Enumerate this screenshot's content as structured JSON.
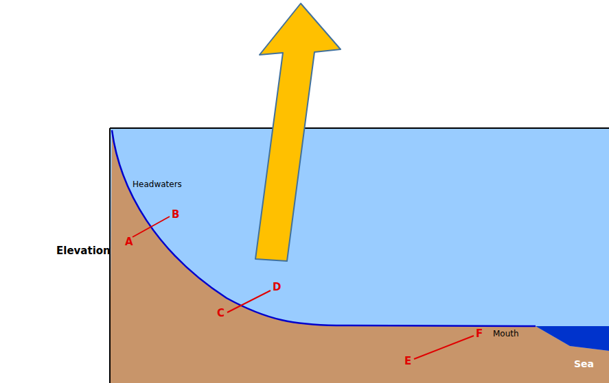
{
  "diagram": {
    "labels": [
      "Headwaters",
      "A",
      "B",
      "Elevation",
      "C",
      "D",
      "Mouth",
      "E",
      "F",
      "Sea"
    ]
  }
}
